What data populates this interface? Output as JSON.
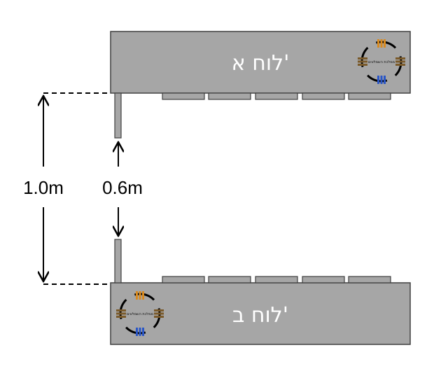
{
  "boards": {
    "top": {
      "label": "לוח א'"
    },
    "bottom": {
      "label": "לוח ב'"
    }
  },
  "dimensions": {
    "outer": "1.0m",
    "inner": "0.6m"
  },
  "logo": {
    "text": "ממלכת השמלאים",
    "icon": "circle-logo-icon"
  },
  "colors": {
    "board_fill": "#a6a6a6",
    "board_stroke": "#404040",
    "logo_ring": "#000000",
    "logo_orange": "#d98a1f",
    "logo_brown": "#7a5a2a",
    "logo_blue": "#2a56c6"
  }
}
